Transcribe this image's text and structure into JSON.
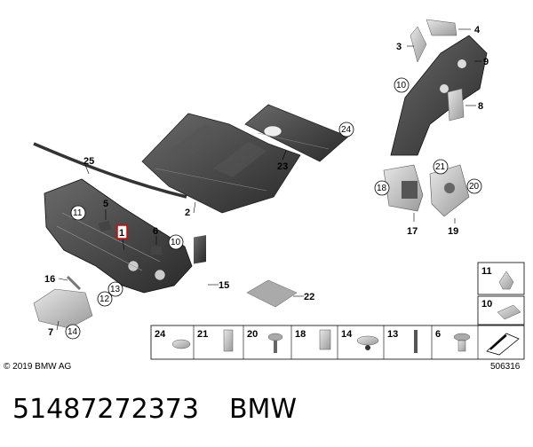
{
  "callouts": {
    "c1": "1",
    "c2": "2",
    "c3": "3",
    "c4": "4",
    "c5": "5",
    "c6": "6",
    "c7": "7",
    "c8": "8",
    "c9": "9",
    "c10": "10",
    "c11": "11",
    "c12": "12",
    "c13": "13",
    "c14": "14",
    "c15": "15",
    "c16": "16",
    "c17": "17",
    "c18": "18",
    "c19": "19",
    "c20": "20",
    "c21": "21",
    "c22": "22",
    "c23": "23",
    "c24": "24",
    "c25": "25"
  },
  "legend": {
    "row": [
      "24",
      "21",
      "20",
      "18",
      "14",
      "13",
      "6"
    ],
    "side": [
      "11",
      "10"
    ]
  },
  "copyright": "© 2019 BMW AG",
  "drawing_number": "506316",
  "part_number": "51487272373",
  "brand": "BMW"
}
